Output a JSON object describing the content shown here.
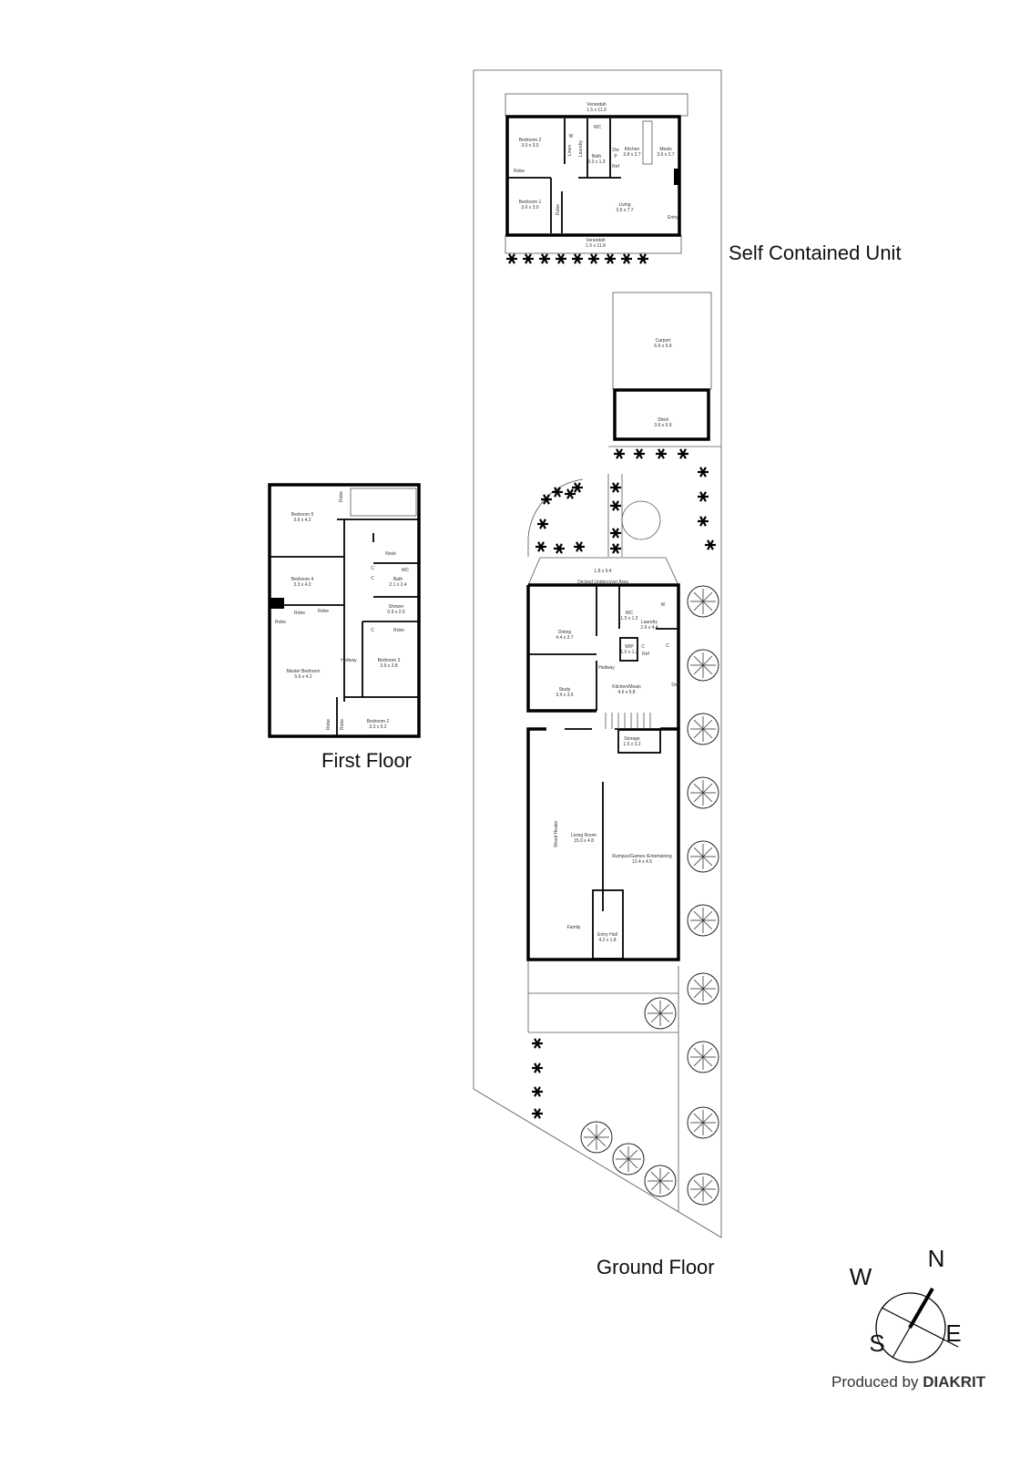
{
  "titles": {
    "unit": "Self Contained Unit",
    "first_floor": "First Floor",
    "ground_floor": "Ground Floor"
  },
  "compass": {
    "n": "N",
    "e": "E",
    "s": "S",
    "w": "W"
  },
  "credit": {
    "prefix": "Produced by ",
    "brand": "DIAKRIT"
  },
  "unit_rooms": [
    {
      "name": "Verandah",
      "size": "1.5 x 11.9"
    },
    {
      "name": "Bedroom 2",
      "size": "3.0 x 3.0"
    },
    {
      "name": "Bedroom 1",
      "size": "3.6 x 3.0"
    },
    {
      "name": "Bath",
      "size": "2.3 x 1.3"
    },
    {
      "name": "Kitchen",
      "size": "3.8 x 2.7"
    },
    {
      "name": "Meals",
      "size": "3.6 x 2.7"
    },
    {
      "name": "Living",
      "size": "3.6 x 7.7"
    },
    {
      "name": "Verandah",
      "size": "1.5 x 11.8"
    },
    {
      "name": "Laundry"
    },
    {
      "name": "Linen"
    },
    {
      "name": "Robe"
    },
    {
      "name": "Robe"
    },
    {
      "name": "Entry"
    },
    {
      "name": "WC"
    },
    {
      "name": "W"
    },
    {
      "name": "Dw"
    },
    {
      "name": "P"
    },
    {
      "name": "Ref"
    }
  ],
  "outbuildings": [
    {
      "name": "Carport",
      "size": "6.6 x 5.9"
    },
    {
      "name": "Shed",
      "size": "3.6 x 5.9"
    }
  ],
  "first_floor_rooms": [
    {
      "name": "Bedroom 5",
      "size": "3.6 x 4.2"
    },
    {
      "name": "Bedroom 4",
      "size": "3.3 x 4.2"
    },
    {
      "name": "Master Bedroom",
      "size": "5.6 x 4.2"
    },
    {
      "name": "Bath",
      "size": "2.1 x 2.4"
    },
    {
      "name": "Shower",
      "size": "0.9 x 2.0"
    },
    {
      "name": "Bedroom 3",
      "size": "3.9 x 3.8"
    },
    {
      "name": "Bedroom 2",
      "size": "3.3 x 5.2"
    },
    {
      "name": "Nook"
    },
    {
      "name": "WC"
    },
    {
      "name": "Hallway"
    },
    {
      "name": "Robe"
    },
    {
      "name": "Robe"
    },
    {
      "name": "Robe"
    },
    {
      "name": "Robe"
    },
    {
      "name": "Robe"
    },
    {
      "name": "Robe"
    },
    {
      "name": "Robe"
    },
    {
      "name": "C"
    },
    {
      "name": "C"
    },
    {
      "name": "C"
    }
  ],
  "ground_floor_rooms": [
    {
      "name": "Decked Undercover Area",
      "size": "1.8 x 9.4"
    },
    {
      "name": "Dining",
      "size": "4.4 x 3.7"
    },
    {
      "name": "Study",
      "size": "3.4 x 3.5"
    },
    {
      "name": "WC",
      "size": "1.5 x 1.2"
    },
    {
      "name": "Laundry",
      "size": "2.6 x 4.4"
    },
    {
      "name": "WIP",
      "size": "1.0 x 1.2"
    },
    {
      "name": "Kitchen/Meals",
      "size": "4.6 x 5.8"
    },
    {
      "name": "Storage",
      "size": "1.5 x 3.2"
    },
    {
      "name": "Living Room",
      "size": "15.0 x 4.8"
    },
    {
      "name": "Rumpus/Games /Entertaining",
      "size": "13.4 x 4.5"
    },
    {
      "name": "Entry Hall",
      "size": "4.2 x 1.8"
    },
    {
      "name": "Hallway"
    },
    {
      "name": "Family"
    },
    {
      "name": "Wood Heater"
    },
    {
      "name": "Ref"
    },
    {
      "name": "Dw"
    },
    {
      "name": "C"
    },
    {
      "name": "C"
    },
    {
      "name": "W"
    }
  ]
}
